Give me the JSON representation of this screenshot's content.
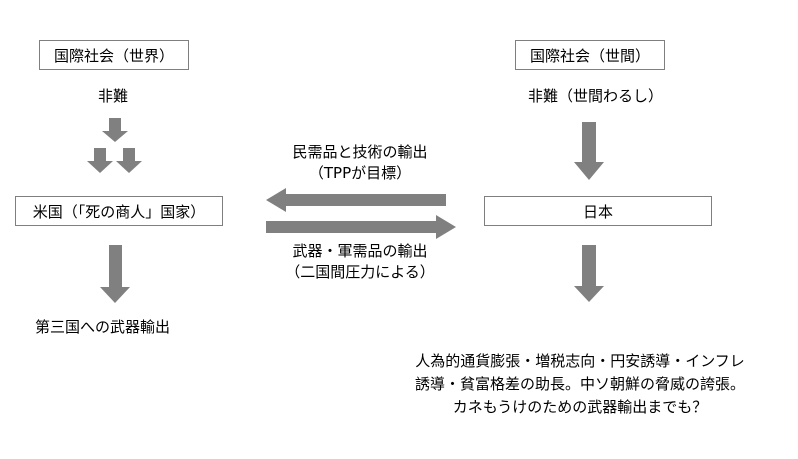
{
  "left": {
    "top_box": "国際社会（世界）",
    "criticism": "非難",
    "middle_box": "米国（「死の商人」国家）",
    "result": "第三国への武器輸出"
  },
  "right": {
    "top_box": "国際社会（世間）",
    "criticism": "非難（世間わるし）",
    "middle_box": "日本",
    "result_lines": [
      "人為的通貨膨張・増税志向・円安誘導・インフレ",
      "誘導・貧富格差の助長。中ソ朝鮮の脅威の誇張。",
      "カネもうけのための武器輸出までも？"
    ]
  },
  "flows": {
    "to_us": {
      "line1": "民需品と技術の輸出",
      "line2": "（TPPが目標）"
    },
    "to_japan": {
      "line1": "武器・軍需品の輸出",
      "line2": "（二国間圧力による）"
    }
  },
  "colors": {
    "arrow": "#808080",
    "box_border": "#7f7f7f"
  }
}
